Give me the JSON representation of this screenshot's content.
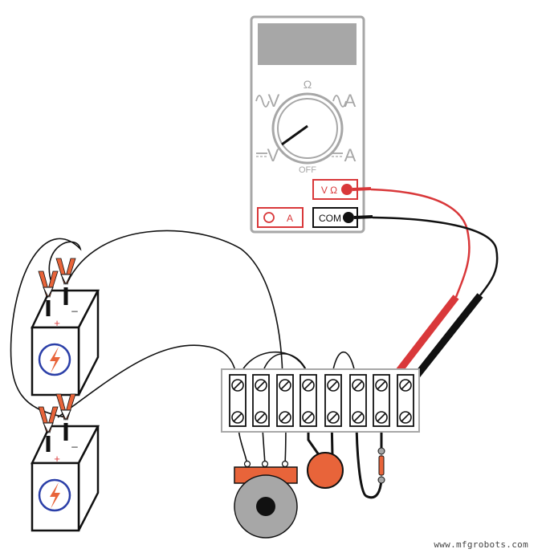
{
  "multimeter": {
    "dial_labels": {
      "ohm": "Ω",
      "ac_volts": "V",
      "ac_amps": "A",
      "dc_volts": "V",
      "dc_amps": "A",
      "off": "OFF"
    },
    "jacks": {
      "volt_ohm": "V Ω",
      "amps": "A",
      "common": "COM"
    }
  },
  "batteries": [
    {
      "positive": "+",
      "negative": "_"
    },
    {
      "positive": "+",
      "negative": "_"
    }
  ],
  "watermark": "www.mfgrobots.com",
  "colors": {
    "red_lead": "#d9383a",
    "black_lead": "#111111",
    "clip_orange": "#e8643a",
    "meter_gray": "#a7a7a7",
    "battery_blue": "#2b3fa8"
  }
}
